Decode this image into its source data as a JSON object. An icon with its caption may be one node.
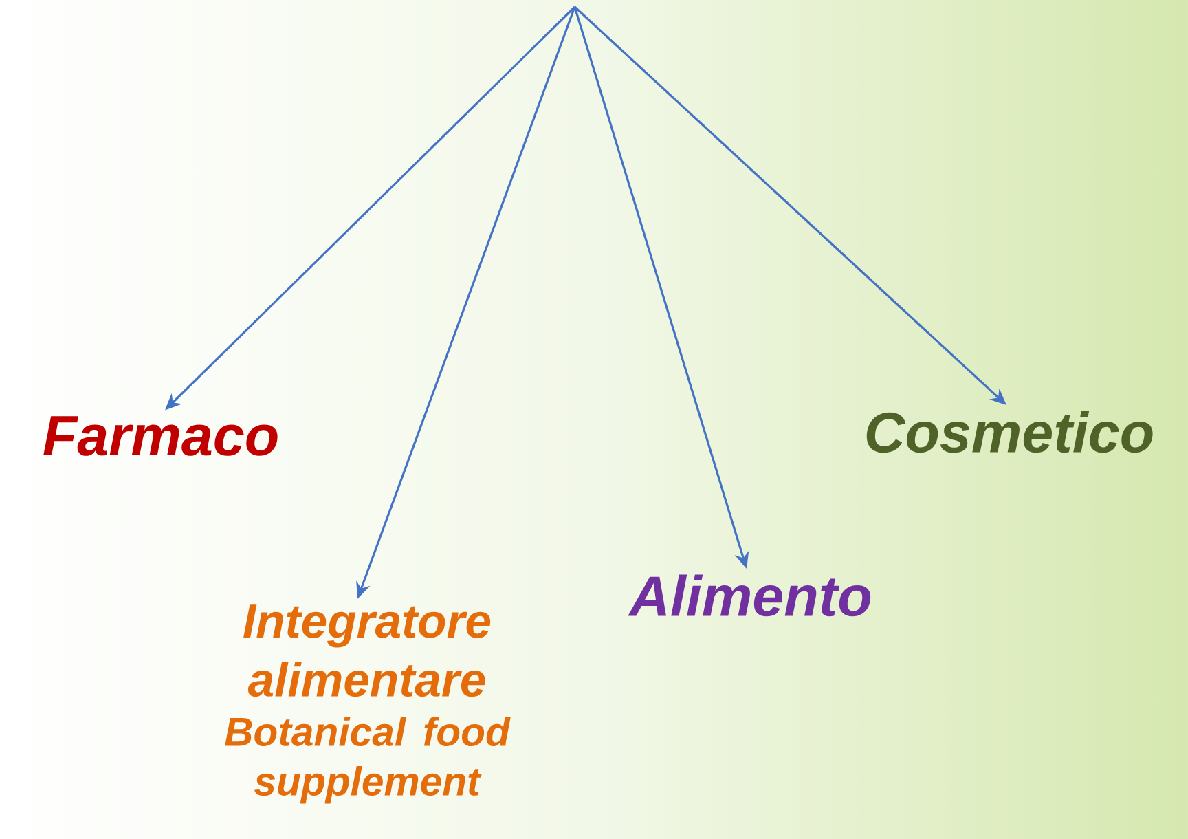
{
  "diagram": {
    "nodes": [
      {
        "text": [
          "Farmaco"
        ]
      },
      {
        "text": [
          "Integratore alimentare",
          "Botanical food supplement"
        ]
      },
      {
        "text": [
          "Alimento"
        ]
      },
      {
        "text": [
          "Cosmetico"
        ]
      }
    ],
    "edges": [
      {
        "from": null,
        "to": 0,
        "arrow": "to"
      },
      {
        "from": null,
        "to": 1,
        "arrow": "to"
      },
      {
        "from": null,
        "to": 2,
        "arrow": "to"
      },
      {
        "from": null,
        "to": 3,
        "arrow": "to"
      }
    ]
  }
}
